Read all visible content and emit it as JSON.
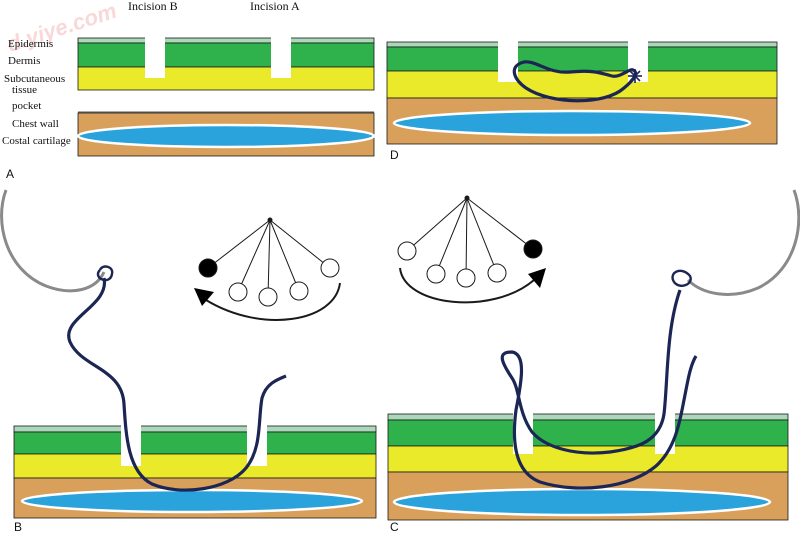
{
  "watermark": "d.yiye.com",
  "headers": {
    "incision_b": "Incision B",
    "incision_a": "Incision A"
  },
  "layers": {
    "epidermis": "Epidermis",
    "dermis": "Dermis",
    "subcutaneous_1": "Subcutaneous",
    "subcutaneous_2": "tissue",
    "pocket": "pocket",
    "chest_wall": "Chest wall",
    "costal_cartilage": "Costal cartilage"
  },
  "panels": {
    "a": "A",
    "b": "B",
    "c": "C",
    "d": "D"
  },
  "colors": {
    "epidermis": "#a9d9b8",
    "dermis": "#2fb14c",
    "subcutaneous": "#eaea2a",
    "chest_wall": "#d9a05c",
    "cartilage": "#2aa2dc",
    "suture": "#1c2654",
    "needle": "#8a8a8a",
    "outline": "#1a1a1a"
  }
}
